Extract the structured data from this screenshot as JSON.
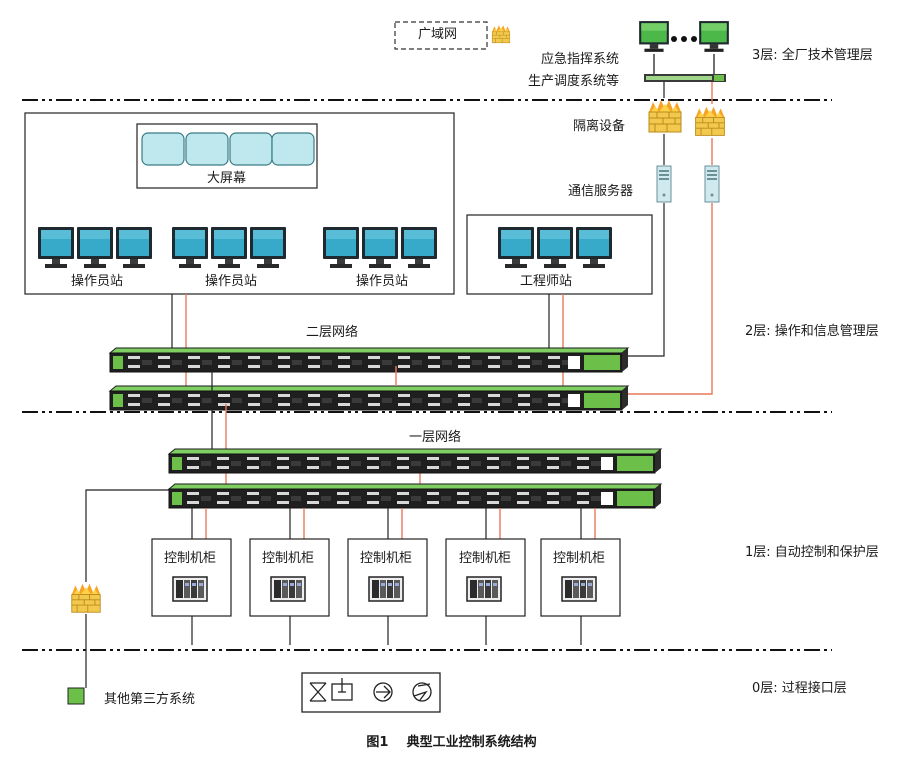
{
  "colors": {
    "link_black": "#222222",
    "link_orange": "#e8795a",
    "switch_green": "#6cc04a",
    "monitor_screen": "#37a9c9",
    "server_body": "#cfe9ee",
    "firewall_gold": "#f2c94c",
    "screen_cyan": "#bfe8ee"
  },
  "layers": {
    "l3": "3层: 全厂技术管理层",
    "l2": "2层: 操作和信息管理层",
    "l1": "1层: 自动控制和保护层",
    "l0": "0层: 过程接口层"
  },
  "top": {
    "wan": "广域网",
    "emergency_line1": "应急指挥系统",
    "emergency_line2": "生产调度系统等",
    "isolation": "隔离设备",
    "comm_server": "通信服务器"
  },
  "control_room": {
    "big_screen": "大屏幕",
    "operator_station": "操作员站",
    "engineer_station": "工程师站"
  },
  "networks": {
    "layer2": "二层网络",
    "layer1": "一层网络"
  },
  "cabinets": {
    "label": "控制机柜"
  },
  "process": {
    "third_party": "其他第三方系统",
    "field_icons": [
      "valve-icon",
      "actuator-icon",
      "pump-icon",
      "fan-pump-icon"
    ]
  },
  "caption": {
    "figure": "图1",
    "title": "典型工业控制系统结构"
  }
}
